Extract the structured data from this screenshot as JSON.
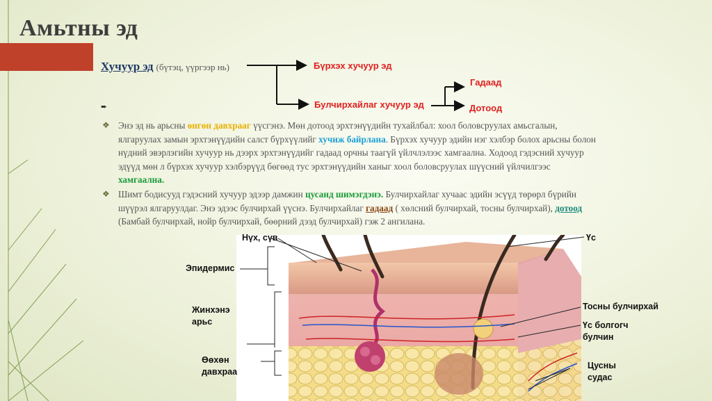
{
  "title": "Амьтны эд",
  "heading": {
    "main": "Хучуур эд",
    "sub": "(бүтэц, үүргээр нь)"
  },
  "tree": {
    "branch1": "Бүрхэх хучуур эд",
    "branch2": "Булчирхайлаг хучуур эд",
    "leaf1": "Гадаад",
    "leaf2": "Дотоод"
  },
  "para1": {
    "t1": "Энэ эд нь арьсны ",
    "h1": "өнгөн давхрааг",
    "t2": " үүсгэнэ. Мөн дотоод эрхтэнүүдийн тухайлбал: хоол боловсруулах амьсгалын, ялгаруулах замын эрхтэнүүдийн салст бүрхүүлийг ",
    "h2": "хучиж байрлана",
    "t3": ". Бүрхэх хучуур эдийн нэг хэлбэр болох арьсны болон нүдний эвэрлэгийн хучуур нь дээрх эрхтэнүүдийг гадаад орчны таагүй үйлчлэлээс хамгаална. Ходоод гэдэсний хучуур эдүүд мөн л бүрхэх хучуур хэлбэрүүд бөгөөд тус эрхтэнүүдийн ханыг хоол боловсруулах шүүсний үйлчилгээс ",
    "h3": "хамгаална."
  },
  "para2": {
    "t1": "Шимт бодисууд гэдэсний хучуур эдээр дамжин ",
    "h1": "цусанд шимэгдэнэ.",
    "t2": " Булчирхайлаг хучаас эдийн эсүүд төрөрл бүрийн шүүрэл ялгаруулдаг. Энэ эдээс булчирхай үүснэ. Булчирхайлаг ",
    "h2": "гадаад",
    "t3": " ( хөлсний булчирхай, тосны булчирхай), ",
    "h3": "дотоод",
    "t4": " (Бамбай булчирхай, нойр булчирхай, бөөрний дээд булчирхай) гэж 2 ангилана."
  },
  "figure": {
    "labels": {
      "pore": "Нүх, сүв",
      "hair": "Үс",
      "epidermis": "Эпидермис",
      "dermis1": "Жинхэнэ",
      "dermis2": "арьс",
      "subcut1": "Өөхөн",
      "subcut2": "давхраа",
      "sebaceous": "Тосны булчирхай",
      "muscle1": "Үс болгогч",
      "muscle2": "булчин",
      "vessel1": "Цусны",
      "vessel2": "судас"
    }
  },
  "colors": {
    "accent_red": "#c0412a",
    "label_red": "#e02020",
    "heading_blue": "#1f3864"
  }
}
